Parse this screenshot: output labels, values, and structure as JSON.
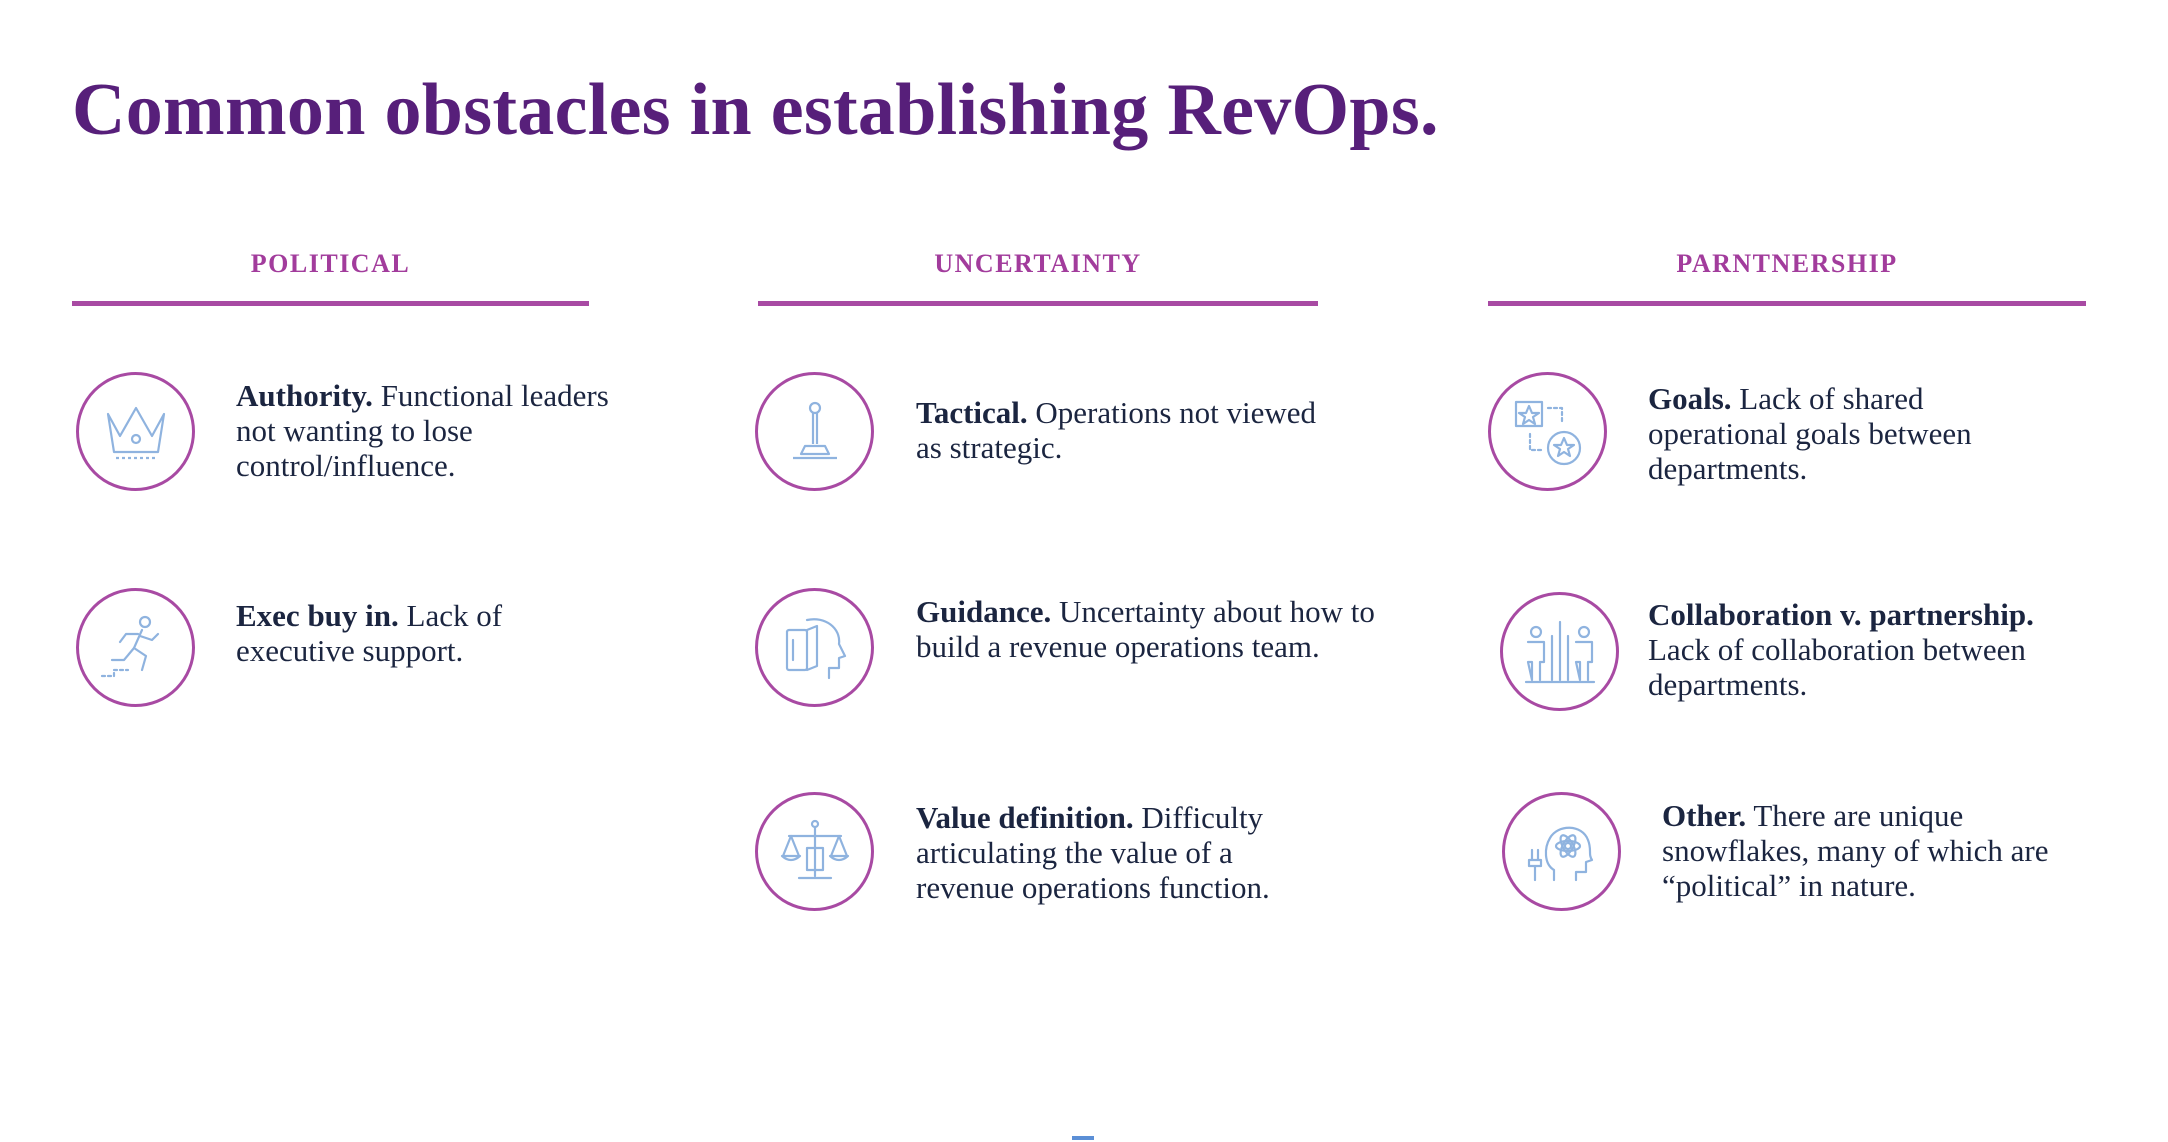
{
  "slide": {
    "title": "Common obstacles in establishing RevOps.",
    "accent_color": "#a84aa3",
    "title_color": "#571f7a",
    "icon_color": "#8fb3df"
  },
  "columns": [
    {
      "heading": "POLITICAL",
      "items": [
        {
          "icon": "crown-icon",
          "label": "Authority.",
          "text": "Functional leaders not wanting to lose control/influence."
        },
        {
          "icon": "running-person-icon",
          "label": "Exec buy in.",
          "text": "Lack of executive support."
        }
      ]
    },
    {
      "heading": "UNCERTAINTY",
      "items": [
        {
          "icon": "chess-pawn-icon",
          "label": "Tactical.",
          "text": "Operations not viewed as strategic."
        },
        {
          "icon": "head-book-icon",
          "label": "Guidance.",
          "text": "Uncertainty about how to build a revenue operations team."
        },
        {
          "icon": "scales-icon",
          "label": "Value definition.",
          "text": "Difficulty articulating the value of a revenue operations function."
        }
      ]
    },
    {
      "heading": "PARNTNERSHIP",
      "items": [
        {
          "icon": "shared-goals-icon",
          "label": "Goals.",
          "text": "Lack of shared operational goals between departments."
        },
        {
          "icon": "people-pillars-icon",
          "label": "Collaboration v. partnership.",
          "text": "Lack of collaboration between departments."
        },
        {
          "icon": "head-atom-icon",
          "label": "Other.",
          "text": "There are unique snowflakes, many of which are “political” in nature."
        }
      ]
    }
  ]
}
